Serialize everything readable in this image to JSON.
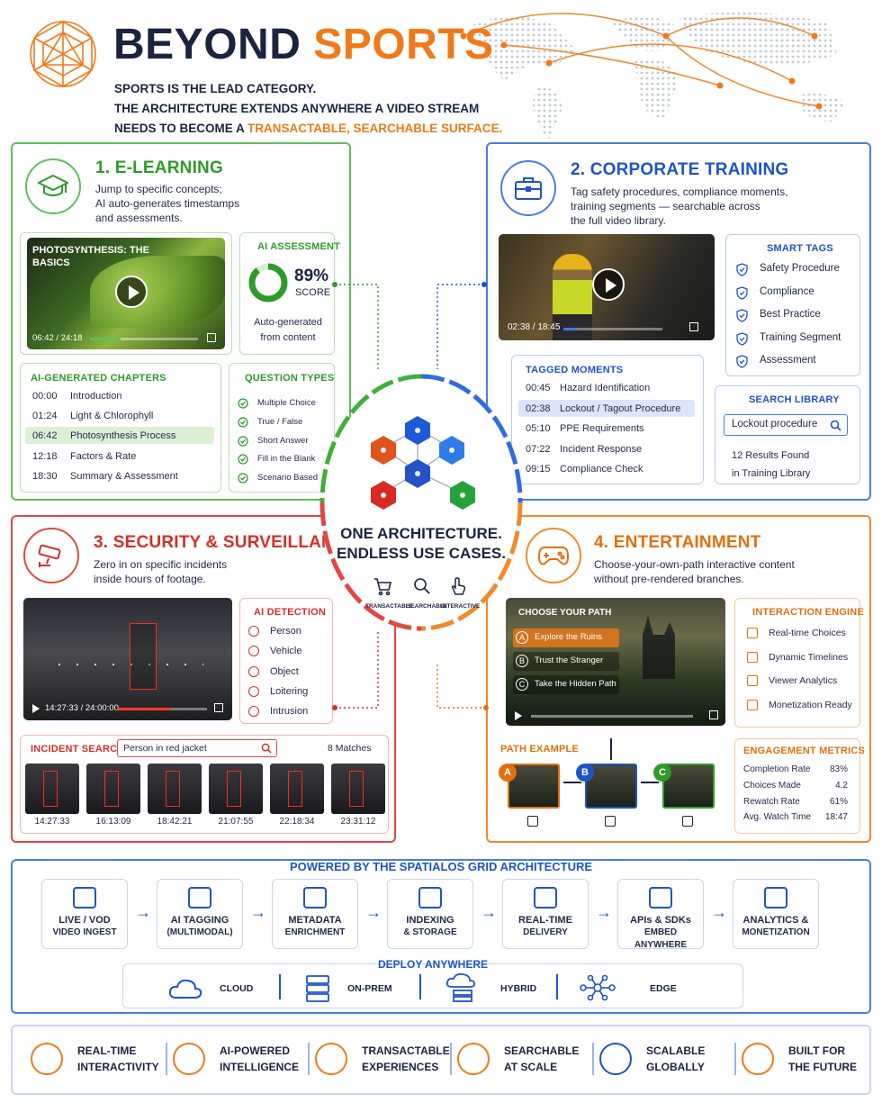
{
  "header": {
    "title_a": "BEYOND",
    "title_b": "SPORTS",
    "line1": "SPORTS IS THE LEAD CATEGORY.",
    "line2": "THE ARCHITECTURE EXTENDS ANYWHERE A VIDEO STREAM",
    "line3a": "NEEDS TO BECOME A",
    "line3b": "TRANSACTABLE, SEARCHABLE SURFACE."
  },
  "elearning": {
    "title": "1. E-LEARNING",
    "desc1": "Jump to specific concepts;",
    "desc2": "AI auto-generates timestamps",
    "desc3": "and assessments.",
    "video_title1": "PHOTOSYNTHESIS: THE",
    "video_title2": "BASICS",
    "video_time": "06:42 / 24:18",
    "progress": 0.28,
    "assessment_title": "AI ASSESSMENT",
    "score": "89%",
    "score_value": 89,
    "score_label": "SCORE",
    "assessment_note1": "Auto-generated",
    "assessment_note2": "from content",
    "chapters_title": "AI-GENERATED CHAPTERS",
    "chapters": [
      {
        "time": "00:00",
        "label": "Introduction"
      },
      {
        "time": "01:24",
        "label": "Light & Chlorophyll"
      },
      {
        "time": "06:42",
        "label": "Photosynthesis Process"
      },
      {
        "time": "12:18",
        "label": "Factors & Rate"
      },
      {
        "time": "18:30",
        "label": "Summary & Assessment"
      }
    ],
    "qtypes_title": "QUESTION TYPES",
    "qtypes": [
      "Multiple Choice",
      "True / False",
      "Short Answer",
      "Fill in the Blank",
      "Scenario Based"
    ]
  },
  "corporate": {
    "title": "2. CORPORATE TRAINING",
    "desc1": "Tag safety procedures, compliance moments,",
    "desc2": "training segments — searchable across",
    "desc3": "the full video library.",
    "video_time": "02:38 / 18:45",
    "progress": 0.14,
    "tags_title": "SMART TAGS",
    "tags": [
      "Safety Procedure",
      "Compliance",
      "Best Practice",
      "Training Segment",
      "Assessment"
    ],
    "moments_title": "TAGGED MOMENTS",
    "moments": [
      {
        "time": "00:45",
        "label": "Hazard Identification"
      },
      {
        "time": "02:38",
        "label": "Lockout / Tagout Procedure"
      },
      {
        "time": "05:10",
        "label": "PPE Requirements"
      },
      {
        "time": "07:22",
        "label": "Incident Response"
      },
      {
        "time": "09:15",
        "label": "Compliance Check"
      }
    ],
    "search_title": "SEARCH LIBRARY",
    "search_value": "Lockout procedure",
    "results1": "12 Results Found",
    "results2": "in Training Library"
  },
  "center": {
    "line1": "ONE ARCHITECTURE.",
    "line2": "ENDLESS USE CASES.",
    "icons": [
      "TRANSACTABLE",
      "SEARCHABLE",
      "INTERACTIVE"
    ]
  },
  "security": {
    "title": "3. SECURITY & SURVEILLANCE",
    "desc1": "Zero in on specific incidents",
    "desc2": "inside hours of footage.",
    "video_time": "14:27:33 / 24:00:00",
    "progress": 0.6,
    "detect_title": "AI DETECTION",
    "detect": [
      "Person",
      "Vehicle",
      "Object",
      "Loitering",
      "Intrusion"
    ],
    "incident_title": "INCIDENT SEARCH",
    "incident_query": "Person in red jacket",
    "matches": "8 Matches",
    "thumbs": [
      "14:27:33",
      "16:13:09",
      "18:42:21",
      "21:07:55",
      "22:18:34",
      "23:31:12"
    ]
  },
  "entertainment": {
    "title": "4. ENTERTAINMENT",
    "desc1": "Choose-your-own-path interactive content",
    "desc2": "without pre-rendered branches.",
    "choose_title": "CHOOSE YOUR PATH",
    "choices": [
      {
        "key": "A",
        "label": "Explore the Ruins"
      },
      {
        "key": "B",
        "label": "Trust the Stranger"
      },
      {
        "key": "C",
        "label": "Take the Hidden Path"
      }
    ],
    "engine_title": "INTERACTION ENGINE",
    "engine": [
      "Real-time Choices",
      "Dynamic Timelines",
      "Viewer Analytics",
      "Monetization Ready"
    ],
    "path_title": "PATH EXAMPLE",
    "path_keys": [
      "A",
      "B",
      "C"
    ],
    "metrics_title": "ENGAGEMENT METRICS",
    "metrics": [
      {
        "label": "Completion Rate",
        "value": "83%"
      },
      {
        "label": "Choices Made",
        "value": "4.2"
      },
      {
        "label": "Rewatch Rate",
        "value": "61%"
      },
      {
        "label": "Avg. Watch Time",
        "value": "18:47"
      }
    ]
  },
  "pipeline": {
    "title": "POWERED BY THE SPATIALOS GRID ARCHITECTURE",
    "steps": [
      {
        "l1": "LIVE / VOD",
        "l2": "VIDEO INGEST",
        "icon": "video-camera-icon"
      },
      {
        "l1": "AI TAGGING",
        "l2": "(MULTIMODAL)",
        "icon": "brain-icon"
      },
      {
        "l1": "METADATA",
        "l2": "ENRICHMENT",
        "icon": "layers-icon"
      },
      {
        "l1": "INDEXING",
        "l2": "& STORAGE",
        "icon": "database-icon"
      },
      {
        "l1": "REAL-TIME",
        "l2": "DELIVERY",
        "icon": "broadcast-icon"
      },
      {
        "l1": "APIs & SDKs",
        "l2": "EMBED ANYWHERE",
        "icon": "code-icon"
      },
      {
        "l1": "ANALYTICS &",
        "l2": "MONETIZATION",
        "icon": "bar-chart-icon"
      }
    ],
    "deploy_title": "DEPLOY ANYWHERE",
    "deploy": [
      "CLOUD",
      "ON-PREM",
      "HYBRID",
      "EDGE"
    ]
  },
  "footer": {
    "items": [
      {
        "l1": "REAL-TIME",
        "l2": "INTERACTIVITY"
      },
      {
        "l1": "AI-POWERED",
        "l2": "INTELLIGENCE"
      },
      {
        "l1": "TRANSACTABLE",
        "l2": "EXPERIENCES"
      },
      {
        "l1": "SEARCHABLE",
        "l2": "AT SCALE"
      },
      {
        "l1": "SCALABLE",
        "l2": "GLOBALLY"
      },
      {
        "l1": "BUILT FOR",
        "l2": "THE FUTURE"
      }
    ]
  },
  "colors": {
    "green": "#2f9a2a",
    "blue": "#1e53c9",
    "red": "#d62f26",
    "orange": "#f07a1a",
    "navy": "#1a2340"
  }
}
